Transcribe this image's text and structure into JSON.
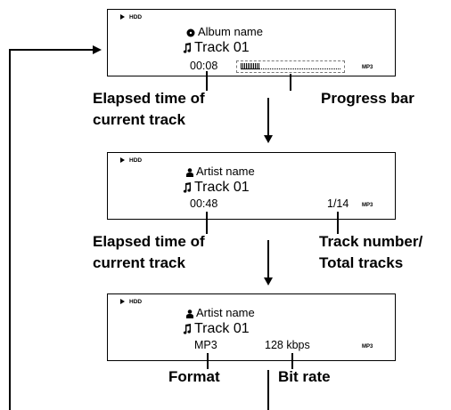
{
  "colors": {
    "foreground": "#000000",
    "background": "#ffffff"
  },
  "panels": [
    {
      "source": "HDD",
      "line1_icon": "disc-icon",
      "line1": "Album name",
      "line2_icon": "music-note-icon",
      "line2": "Track 01",
      "left_value": "00:08",
      "progress": 0.19,
      "format": "MP3"
    },
    {
      "source": "HDD",
      "line1_icon": "person-icon",
      "line1": "Artist name",
      "line2_icon": "music-note-icon",
      "line2": "Track 01",
      "left_value": "00:48",
      "right_value": "1/14",
      "format": "MP3"
    },
    {
      "source": "HDD",
      "line1_icon": "person-icon",
      "line1": "Artist name",
      "line2_icon": "music-note-icon",
      "line2": "Track 01",
      "left_value": "MP3",
      "right_value": "128 kbps",
      "format": "MP3"
    }
  ],
  "labels": {
    "elapsed_1a": "Elapsed time of",
    "elapsed_1b": "current track",
    "progress_bar": "Progress bar",
    "elapsed_2a": "Elapsed time of",
    "elapsed_2b": "current track",
    "track_number_a": "Track number/",
    "track_number_b": "Total tracks",
    "format": "Format",
    "bit_rate": "Bit rate"
  }
}
